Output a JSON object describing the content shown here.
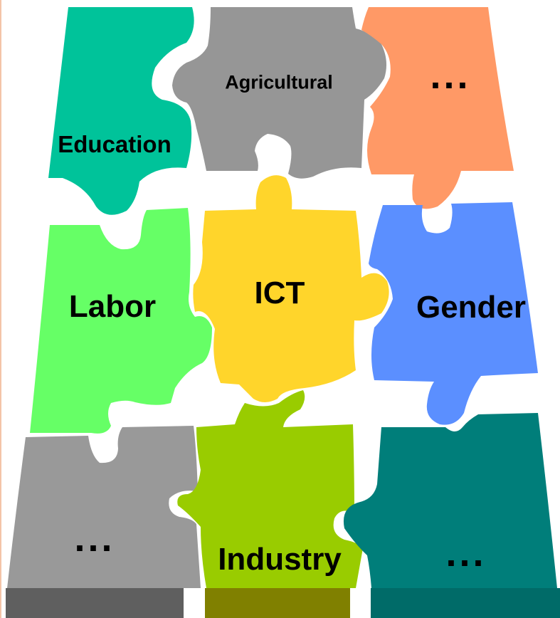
{
  "pieces": [
    {
      "id": "education",
      "label": "Education",
      "color": "#00C39A"
    },
    {
      "id": "agricultural",
      "label": "Agricultural",
      "color": "#969696"
    },
    {
      "id": "top-right",
      "label": "...",
      "color": "#FF9966"
    },
    {
      "id": "labor",
      "label": "Labor",
      "color": "#66FF66"
    },
    {
      "id": "ict",
      "label": "ICT",
      "color": "#FFD52B"
    },
    {
      "id": "gender",
      "label": "Gender",
      "color": "#5B8FFF"
    },
    {
      "id": "bottom-left",
      "label": "...",
      "color": "#999999"
    },
    {
      "id": "industry",
      "label": "Industry",
      "color": "#99CC00"
    },
    {
      "id": "bottom-right",
      "label": "...",
      "color": "#007E7A"
    }
  ],
  "base_colors": [
    "#5F5F5F",
    "#808000",
    "#006B68"
  ]
}
